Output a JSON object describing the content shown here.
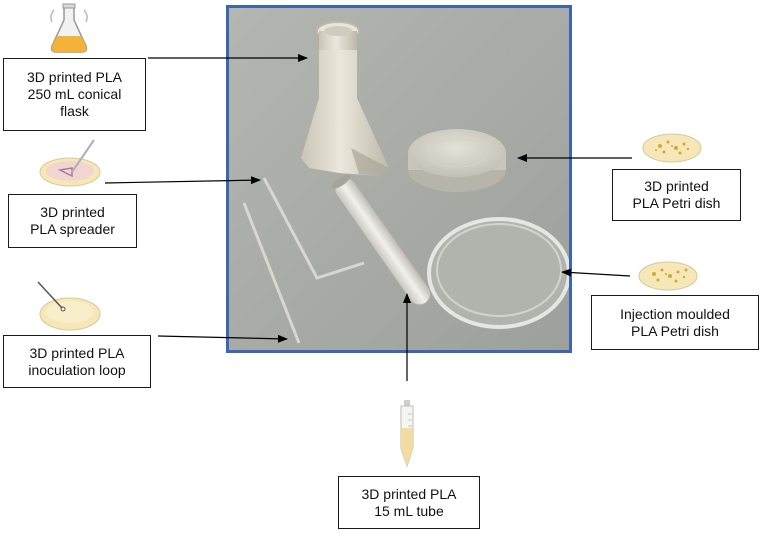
{
  "labels": {
    "flask": [
      "3D printed PLA",
      "250 mL conical",
      "flask"
    ],
    "spreader": [
      "3D printed",
      "PLA spreader"
    ],
    "loop": [
      "3D printed PLA",
      "inoculation loop"
    ],
    "petri_printed": [
      "3D printed",
      "PLA Petri dish"
    ],
    "petri_moulded": [
      "Injection moulded",
      "PLA Petri dish"
    ],
    "tube": [
      "3D printed PLA",
      "15 mL tube"
    ]
  },
  "icons": {
    "flask": "conical-flask-icon",
    "spreader": "spreader-dish-icon",
    "loop": "inoculation-loop-dish-icon",
    "petri_printed": "petri-dish-colonies-icon",
    "petri_moulded": "petri-dish-colonies-icon",
    "tube": "centrifuge-tube-icon"
  },
  "colors": {
    "frame": "#3a66b5",
    "background_table": "#a9aca7",
    "pla": "#d8d4c7",
    "agar": "#f6e7b6",
    "arrow": "#000000"
  }
}
